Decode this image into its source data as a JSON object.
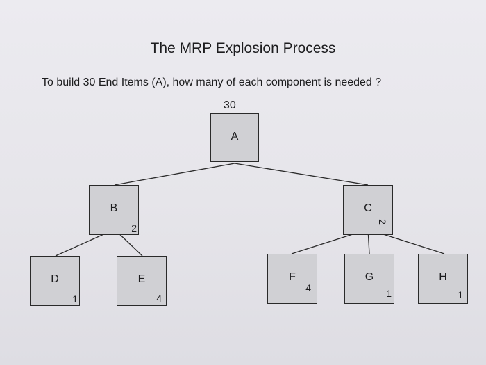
{
  "title": "The MRP Explosion Process",
  "question": "To build 30 End Items (A), how many of each component is needed ?",
  "top_quantity": "30",
  "nodes": {
    "A": {
      "label": "A",
      "qty": ""
    },
    "B": {
      "label": "B",
      "qty": "2"
    },
    "C": {
      "label": "C",
      "qty": "2"
    },
    "D": {
      "label": "D",
      "qty": "1"
    },
    "E": {
      "label": "E",
      "qty": "4"
    },
    "F": {
      "label": "F",
      "qty": "4"
    },
    "G": {
      "label": "G",
      "qty": "1"
    },
    "H": {
      "label": "H",
      "qty": "1"
    }
  },
  "edges": [
    [
      "A",
      "B"
    ],
    [
      "A",
      "C"
    ],
    [
      "B",
      "D"
    ],
    [
      "B",
      "E"
    ],
    [
      "C",
      "F"
    ],
    [
      "C",
      "G"
    ],
    [
      "C",
      "H"
    ]
  ]
}
